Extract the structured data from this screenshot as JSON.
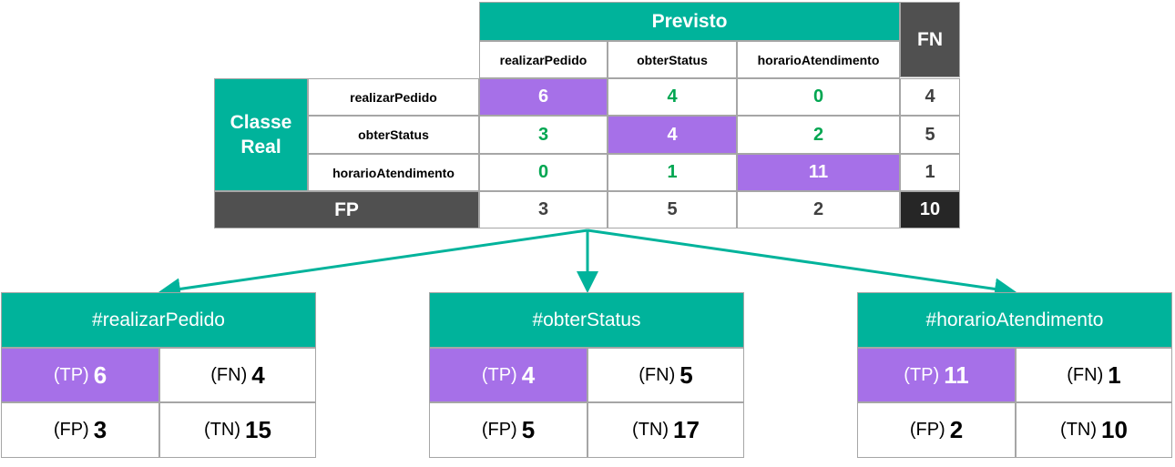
{
  "matrix": {
    "previsto_label": "Previsto",
    "fn_label": "FN",
    "fp_label": "FP",
    "classe_real_label": "Classe Real",
    "columns": [
      "realizarPedido",
      "obterStatus",
      "horarioAtendimento"
    ],
    "rows": [
      {
        "label": "realizarPedido",
        "values": [
          "6",
          "4",
          "0"
        ],
        "fn": "4"
      },
      {
        "label": "obterStatus",
        "values": [
          "3",
          "4",
          "2"
        ],
        "fn": "5"
      },
      {
        "label": "horarioAtendimento",
        "values": [
          "0",
          "1",
          "11"
        ],
        "fn": "1"
      }
    ],
    "fp_values": [
      "3",
      "5",
      "2"
    ],
    "total": "10"
  },
  "cards": [
    {
      "title": "#realizarPedido",
      "tp_label": "(TP)",
      "tp": "6",
      "fn_label": "(FN)",
      "fn": "4",
      "fp_label": "(FP)",
      "fp": "3",
      "tn_label": "(TN)",
      "tn": "15"
    },
    {
      "title": "#obterStatus",
      "tp_label": "(TP)",
      "tp": "4",
      "fn_label": "(FN)",
      "fn": "5",
      "fp_label": "(FP)",
      "fp": "5",
      "tn_label": "(TN)",
      "tn": "17"
    },
    {
      "title": "#horarioAtendimento",
      "tp_label": "(TP)",
      "tp": "11",
      "fn_label": "(FN)",
      "fn": "1",
      "fp_label": "(FP)",
      "fp": "2",
      "tn_label": "(TN)",
      "tn": "10"
    }
  ],
  "colors": {
    "teal": "#00b39b",
    "purple": "#a670e8",
    "green": "#00a651",
    "dark": "#505050"
  }
}
